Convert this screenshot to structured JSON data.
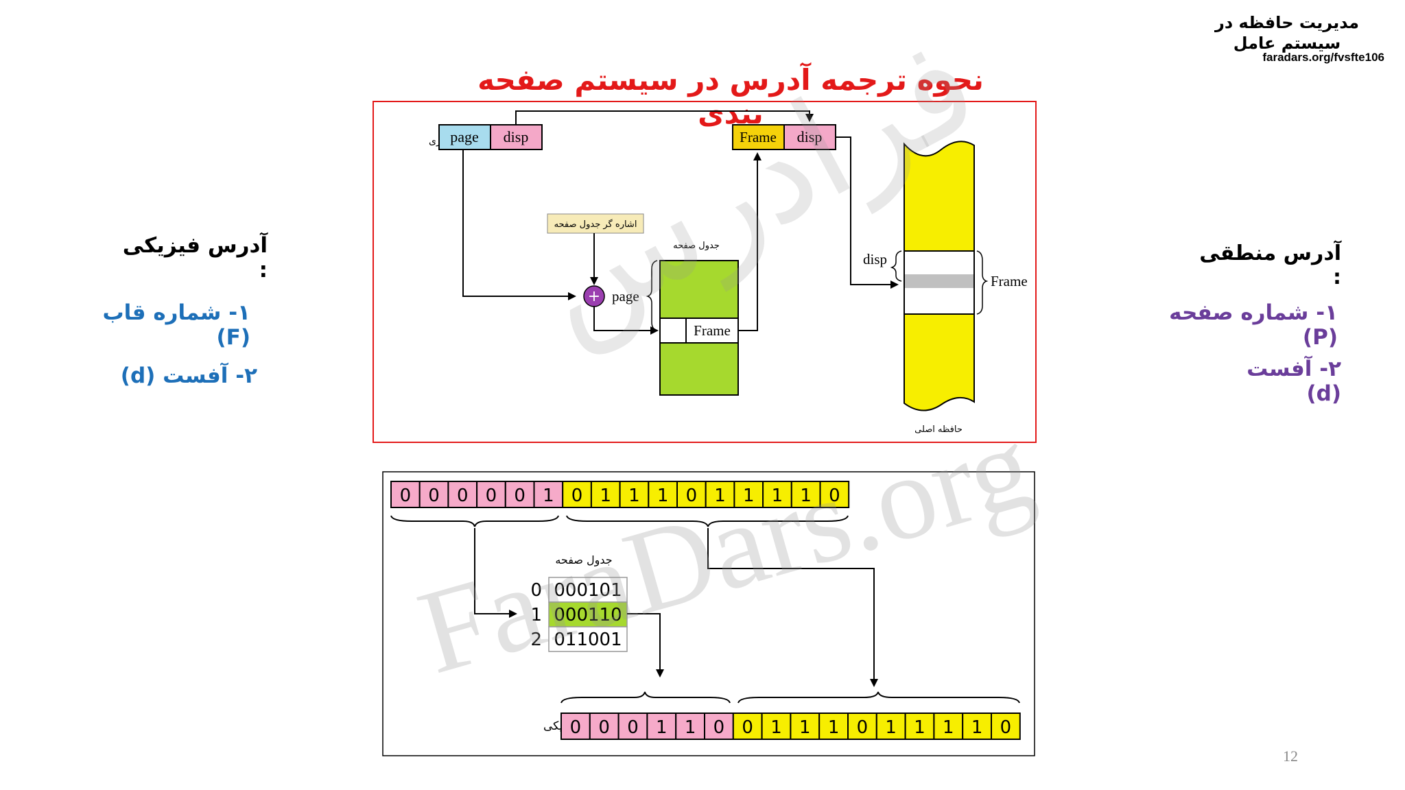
{
  "header": {
    "title": "مدیریت حافظه در سیستم عامل",
    "url": "faradars.org/fvsfte106"
  },
  "slide_title": "نحوه ترجمه آدرس در سیستم صفحه بندی",
  "left_panel": {
    "heading": "آدرس فیزیکی :",
    "items": [
      "۱- شماره قاب (F)",
      "۲- آفست (d)"
    ]
  },
  "right_panel": {
    "heading": "آدرس منطقی :",
    "items": [
      "۱- شماره صفحه (P)",
      "۲- آفست (d)"
    ]
  },
  "top_diagram": {
    "virtual_address_label": "آدرس مجازی",
    "page_label": "page",
    "disp_label": "disp",
    "frame_label": "Frame",
    "page_table_pointer_label": "اشاره گر جدول صفحه",
    "page_table_label": "جدول صفحه",
    "main_memory_label": "حافظه اصلی",
    "plus_symbol": "+",
    "colors": {
      "page": "#a8dcee",
      "disp": "#f4a8c8",
      "frame": "#f5d20a",
      "table": "#a6d92e",
      "memory": "#f7ee00",
      "frame_slot": "#c0c0c0",
      "pointer": "#f7ebb8",
      "adder": "#9b3fb0",
      "border": "#e31919"
    }
  },
  "bottom_diagram": {
    "logical_bits": [
      "0",
      "0",
      "0",
      "0",
      "0",
      "1",
      "0",
      "1",
      "1",
      "1",
      "0",
      "1",
      "1",
      "1",
      "1",
      "0"
    ],
    "page_table_label": "جدول صفحه",
    "page_table": [
      {
        "index": "0",
        "frame": "000101"
      },
      {
        "index": "1",
        "frame": "000110"
      },
      {
        "index": "2",
        "frame": "011001"
      }
    ],
    "physical_address_label": "آدرس فیزیکی",
    "physical_bits": [
      "0",
      "0",
      "0",
      "1",
      "1",
      "0",
      "0",
      "1",
      "1",
      "1",
      "0",
      "1",
      "1",
      "1",
      "1",
      "0"
    ],
    "colors": {
      "page_bits": "#f6aac9",
      "offset_bits": "#f7ee00",
      "selected_row": "#a6d92e"
    }
  },
  "watermark": {
    "persian": "فرادرس",
    "latin": "FaraDars.org"
  },
  "page_number": "12"
}
